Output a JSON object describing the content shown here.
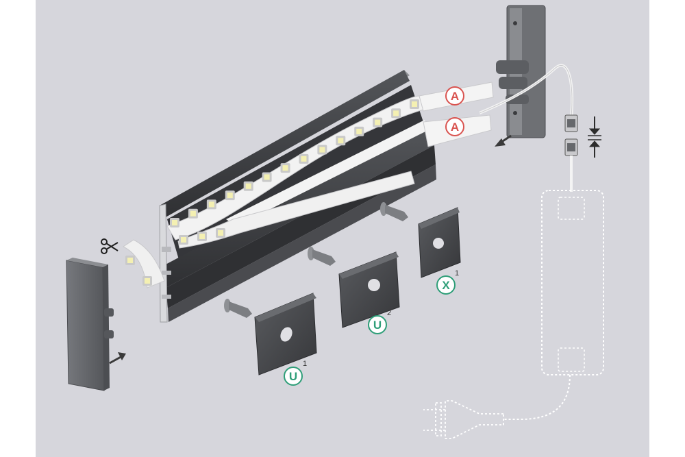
{
  "colors": {
    "background": "#d6d6dc",
    "profile": "#3f4043",
    "profile_dark": "#2e2f32",
    "profile_edge": "#c7c8cc",
    "strip": "#f2f2f2",
    "led": "#f4f0b2",
    "led_frame": "#c9c9c9",
    "badge_a": "#d9534f",
    "badge_u": "#2e9e78",
    "badge_x": "#2e9e78",
    "cable": "#f4f4f4",
    "arrow": "#3a3a3a"
  },
  "badges": {
    "a_top": {
      "letter": "A"
    },
    "a_bottom": {
      "letter": "A"
    },
    "u1": {
      "letter": "U",
      "sup": "1"
    },
    "u2": {
      "letter": "U",
      "sup": "2"
    },
    "x1": {
      "letter": "X",
      "sup": "1"
    }
  },
  "icons": [
    "scissors-icon",
    "arrow-icon",
    "compress-arrows-icon",
    "power-plug-icon",
    "screw-icon"
  ]
}
